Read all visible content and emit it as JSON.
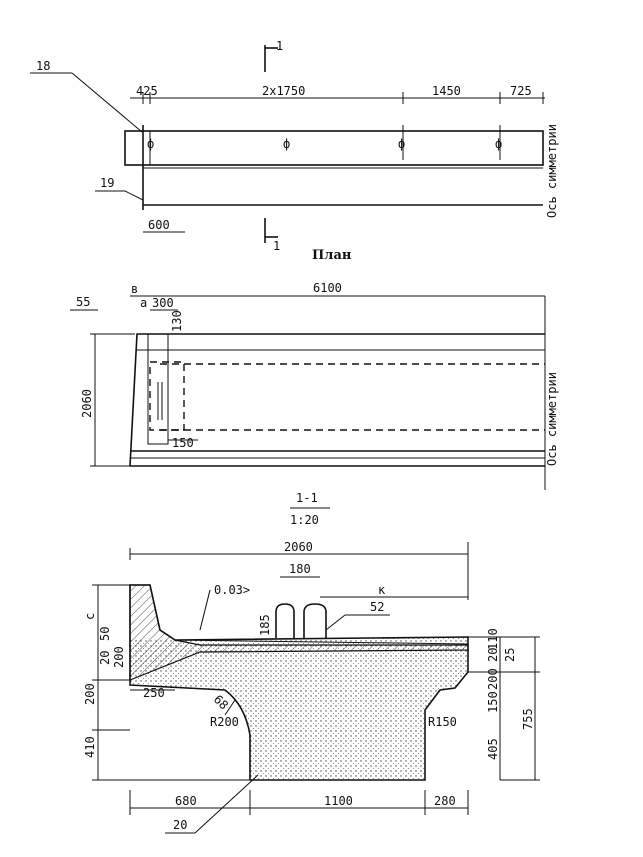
{
  "plan": {
    "callout_18": "18",
    "callout_19": "19",
    "dim_425": "425",
    "dim_2x1750": "2x1750",
    "dim_1450": "1450",
    "dim_725": "725",
    "dim_600": "600",
    "section_mark_top": "1",
    "section_mark_bottom": "1",
    "axis_label": "Ось симметрии",
    "caption": "План"
  },
  "elevation": {
    "callout_55": "55",
    "label_v": "в",
    "label_a": "а",
    "dim_300": "300",
    "dim_6100": "6100",
    "dim_130": "130",
    "dim_2060": "2060",
    "dim_150": "150",
    "axis_label": "Ось симметрии"
  },
  "section": {
    "title": "1-1",
    "scale": "1:20",
    "dim_2060": "2060",
    "slope": "0.03>",
    "dim_180": "180",
    "label_k": "к",
    "dim_185": "185",
    "callout_52": "52",
    "dim_c": "с",
    "dim_50": "50",
    "dim_20_left": "20",
    "dim_200_a": "200",
    "dim_200_b": "200",
    "dim_250": "250",
    "dim_68": "68",
    "dim_R200": "R200",
    "dim_R150": "R150",
    "dim_410": "410",
    "dim_110": "110",
    "dim_25": "25",
    "dim_20_right": "20",
    "dim_200_right": "200",
    "dim_150_right": "150",
    "dim_405": "405",
    "dim_755": "755",
    "dim_680": "680",
    "dim_1100": "1100",
    "dim_280": "280",
    "callout_20": "20"
  }
}
